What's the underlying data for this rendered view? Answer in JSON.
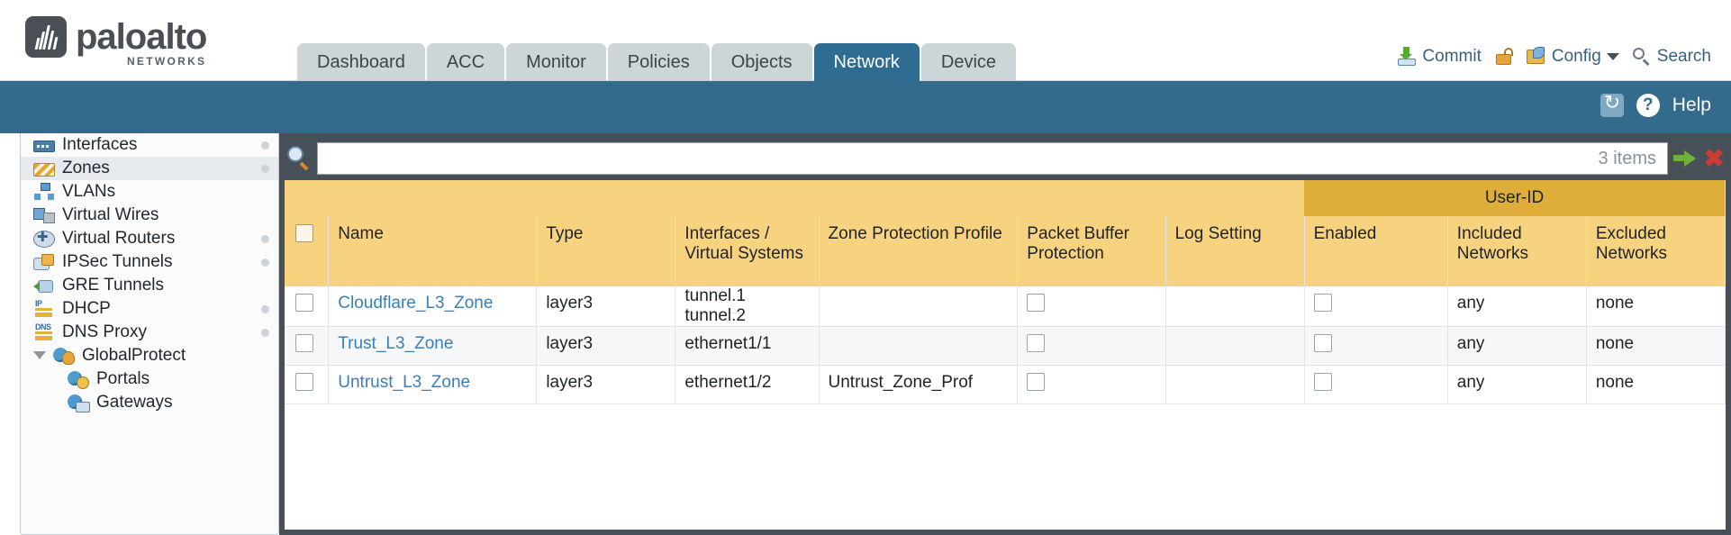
{
  "brand": {
    "name": "paloalto",
    "tagline": "NETWORKS"
  },
  "nav": {
    "tabs": [
      {
        "label": "Dashboard",
        "active": false
      },
      {
        "label": "ACC",
        "active": false
      },
      {
        "label": "Monitor",
        "active": false
      },
      {
        "label": "Policies",
        "active": false
      },
      {
        "label": "Objects",
        "active": false
      },
      {
        "label": "Network",
        "active": true
      },
      {
        "label": "Device",
        "active": false
      }
    ]
  },
  "toolbar": {
    "commit_label": "Commit",
    "config_label": "Config",
    "search_label": "Search"
  },
  "band": {
    "help_label": "Help",
    "help_glyph": "?"
  },
  "sidebar": {
    "items": [
      {
        "label": "Interfaces",
        "icon": "interfaces-icon",
        "selected": false,
        "dot": true,
        "child": false,
        "expander": false
      },
      {
        "label": "Zones",
        "icon": "zones-icon",
        "selected": true,
        "dot": true,
        "child": false,
        "expander": false
      },
      {
        "label": "VLANs",
        "icon": "vlans-icon",
        "selected": false,
        "dot": false,
        "child": false,
        "expander": false
      },
      {
        "label": "Virtual Wires",
        "icon": "virtual-wires-icon",
        "selected": false,
        "dot": false,
        "child": false,
        "expander": false
      },
      {
        "label": "Virtual Routers",
        "icon": "virtual-routers-icon",
        "selected": false,
        "dot": true,
        "child": false,
        "expander": false
      },
      {
        "label": "IPSec Tunnels",
        "icon": "ipsec-tunnels-icon",
        "selected": false,
        "dot": true,
        "child": false,
        "expander": false
      },
      {
        "label": "GRE Tunnels",
        "icon": "gre-tunnels-icon",
        "selected": false,
        "dot": false,
        "child": false,
        "expander": false
      },
      {
        "label": "DHCP",
        "icon": "dhcp-icon",
        "selected": false,
        "dot": true,
        "child": false,
        "expander": false
      },
      {
        "label": "DNS Proxy",
        "icon": "dns-proxy-icon",
        "selected": false,
        "dot": true,
        "child": false,
        "expander": false
      },
      {
        "label": "GlobalProtect",
        "icon": "globalprotect-icon",
        "selected": false,
        "dot": false,
        "child": false,
        "expander": true
      },
      {
        "label": "Portals",
        "icon": "portals-icon",
        "selected": false,
        "dot": false,
        "child": true,
        "expander": false
      },
      {
        "label": "Gateways",
        "icon": "gateways-icon",
        "selected": false,
        "dot": false,
        "child": true,
        "expander": false
      }
    ]
  },
  "search": {
    "value": "",
    "placeholder": "",
    "items_count": "3 items"
  },
  "table": {
    "group_header": "User-ID",
    "columns": [
      "Name",
      "Type",
      "Interfaces / Virtual Systems",
      "Zone Protection Profile",
      "Packet Buffer Protection",
      "Log Setting",
      "Enabled",
      "Included Networks",
      "Excluded Networks"
    ],
    "rows": [
      {
        "name": "Cloudflare_L3_Zone",
        "type": "layer3",
        "interfaces": [
          "tunnel.1",
          "tunnel.2"
        ],
        "zone_protection_profile": "",
        "packet_buffer_protection": false,
        "log_setting": "",
        "enabled": false,
        "included_networks": "any",
        "excluded_networks": "none"
      },
      {
        "name": "Trust_L3_Zone",
        "type": "layer3",
        "interfaces": [
          "ethernet1/1"
        ],
        "zone_protection_profile": "",
        "packet_buffer_protection": false,
        "log_setting": "",
        "enabled": false,
        "included_networks": "any",
        "excluded_networks": "none"
      },
      {
        "name": "Untrust_L3_Zone",
        "type": "layer3",
        "interfaces": [
          "ethernet1/2"
        ],
        "zone_protection_profile": "Untrust_Zone_Prof",
        "packet_buffer_protection": false,
        "log_setting": "",
        "enabled": false,
        "included_networks": "any",
        "excluded_networks": "none"
      }
    ]
  },
  "colors": {
    "brand_dark": "#4a4f55",
    "tab_active": "#2f6c92",
    "band": "#336b8c",
    "table_header": "#f7d27f",
    "table_group_header": "#dfae3a",
    "link": "#3b7fb5",
    "panel_frame": "#475059"
  }
}
